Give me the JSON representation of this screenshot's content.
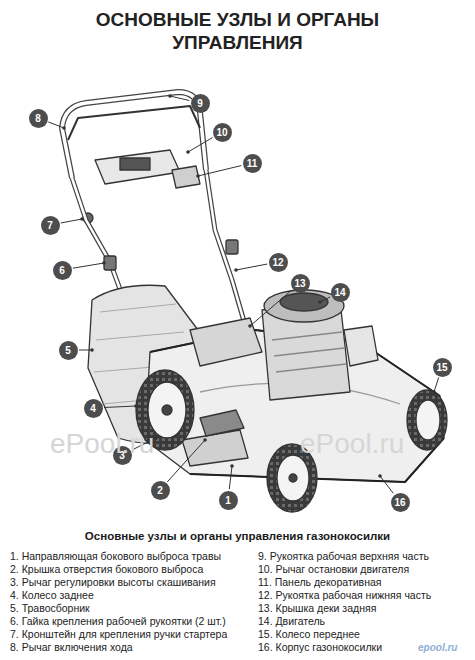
{
  "diagram": {
    "title": "ОСНОВНЫЕ УЗЛЫ И ОРГАНЫ УПРАВЛЕНИЯ",
    "caption": "Основные узлы и органы управления газонокосилки",
    "labels": [
      "1",
      "2",
      "3",
      "4",
      "5",
      "6",
      "7",
      "8",
      "9",
      "10",
      "11",
      "12",
      "13",
      "14",
      "15",
      "16",
      "1. Направляющая бокового выброса травы",
      "2. Крышка отверстия бокового выброса",
      "3. Рычаг регулировки высоты скашивания",
      "4. Колесо заднее",
      "5. Травосборник",
      "6. Гайка крепления рабочей рукоятки (2 шт.)",
      "7. Кронштейн для крепления ручки стартера",
      "8. Рычаг включения хода",
      "9. Рукоятка рабочая верхняя часть",
      "10. Рычаг остановки двигателя",
      "11. Панель декоративная",
      "12. Рукоятка рабочая нижняя часть",
      "13. Крышка деки задняя",
      "14. Двигатель",
      "15. Колесо переднее",
      "16. Корпус газонокосилки",
      "ePool.ru",
      "ePool.ru",
      "epool.ru"
    ]
  }
}
